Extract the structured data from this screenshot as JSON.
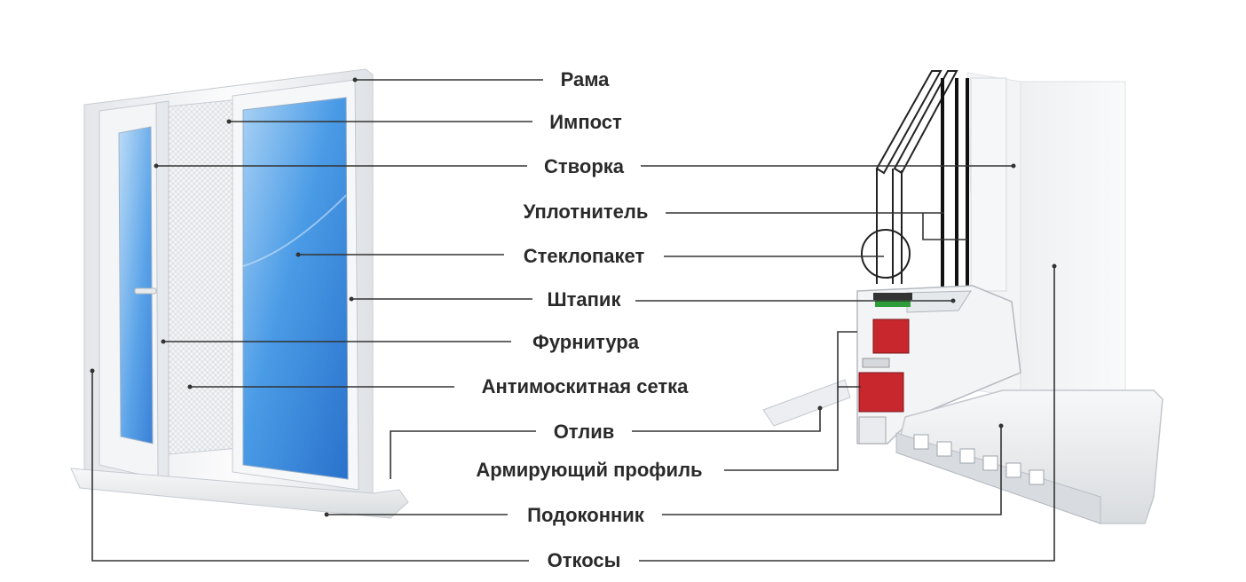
{
  "diagram": {
    "labels": {
      "rama": "Рама",
      "impost": "Импост",
      "stvorka": "Створка",
      "uplotnitel": "Уплотнитель",
      "steklopaket": "Стеклопакет",
      "shtapik": "Штапик",
      "furnitura": "Фурнитура",
      "antimoskitnaya_setka": "Антимоскитная сетка",
      "otliv": "Отлив",
      "armiruyushchiy_profil": "Армирующий профиль",
      "podokonnik": "Подоконник",
      "otkosy": "Откосы"
    },
    "colors": {
      "text": "#2a2a2a",
      "leader_line": "#333333",
      "glass_blue": "#3d8fe0",
      "frame_white": "#f2f2f2",
      "reinforcement_red": "#c8282d",
      "seal_green": "#2e9e3a"
    }
  }
}
